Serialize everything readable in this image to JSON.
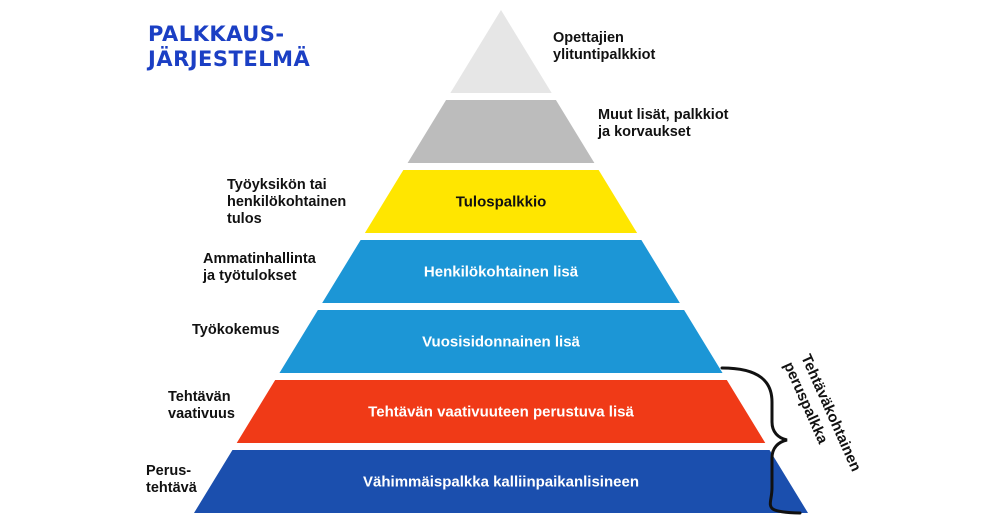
{
  "title": {
    "line1": "PALKKAUS-",
    "line2": "JÄRJESTELMÄ"
  },
  "pyramid": [
    {
      "label": "",
      "color": "#e6e6e6"
    },
    {
      "label": "",
      "color": "#bcbcbc"
    },
    {
      "label": "Tulospalkkio",
      "color": "#ffe600",
      "text_color": "#111111"
    },
    {
      "label": "Henkilökohtainen lisä",
      "color": "#1c96d6",
      "text_color": "#ffffff"
    },
    {
      "label": "Vuosisidonnainen lisä",
      "color": "#1c96d6",
      "text_color": "#ffffff"
    },
    {
      "label": "Tehtävän vaativuuteen perustuva lisä",
      "color": "#f03a17",
      "text_color": "#ffffff"
    },
    {
      "label": "Vähimmäispalkka kalliinpaikanlisineen",
      "color": "#1b4fae",
      "text_color": "#ffffff"
    }
  ],
  "right_notes": {
    "opettajien": [
      "Opettajien",
      "ylituntipalkkiot"
    ],
    "muut": [
      "Muut lisät, palkkiot",
      "ja korvaukset"
    ]
  },
  "left_notes": {
    "tulos": [
      "Työyksikön tai",
      "henkilökohtainen",
      "tulos"
    ],
    "ammatti": [
      "Ammatinhallinta",
      "ja työtulokset"
    ],
    "kokemus": [
      "Työkokemus"
    ],
    "vaativuus": [
      "Tehtävän",
      "vaativuus"
    ],
    "perus": [
      "Perus-",
      "tehtävä"
    ]
  },
  "bracket_label": [
    "Tehtäväkohtainen",
    "peruspalkka"
  ]
}
